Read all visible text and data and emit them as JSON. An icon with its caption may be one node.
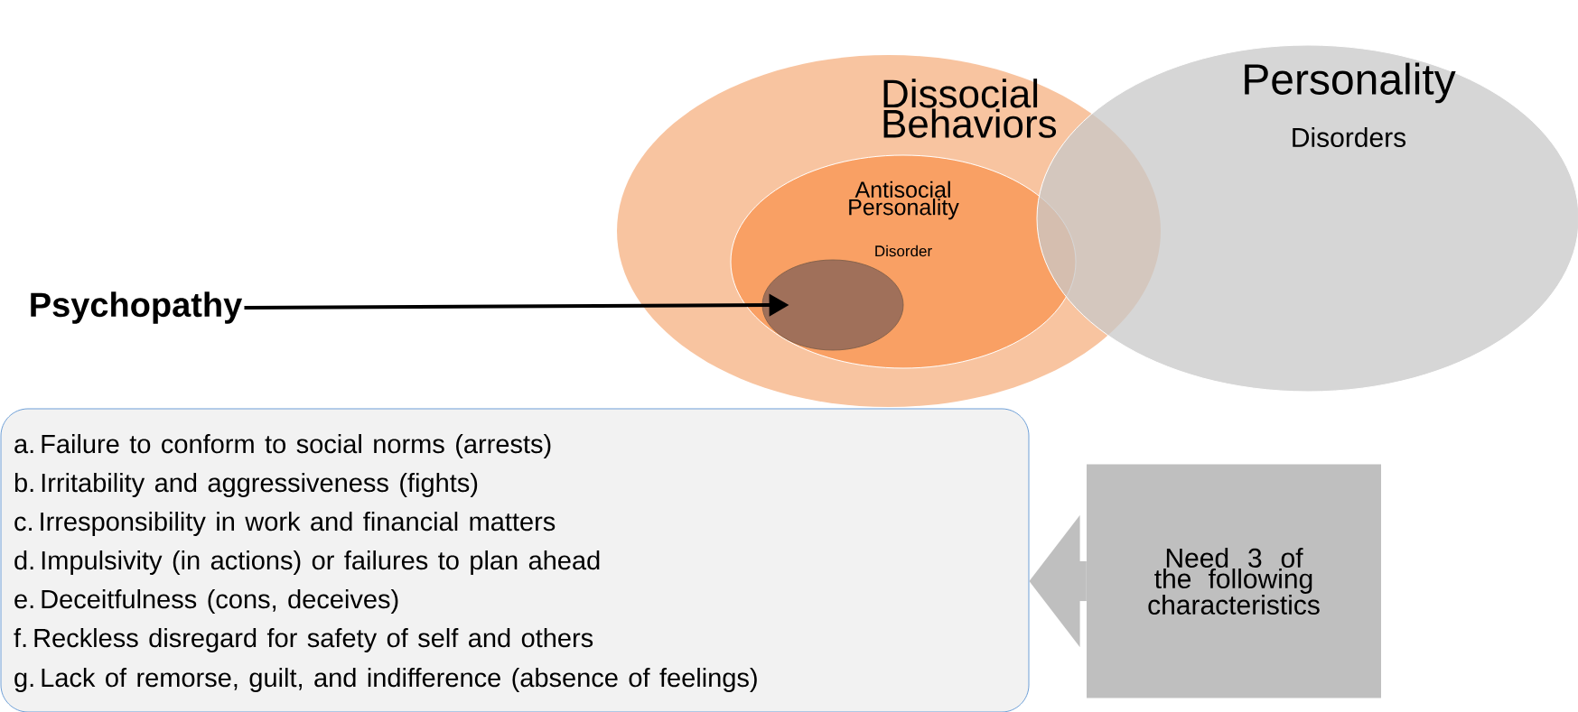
{
  "diagram": {
    "nodes": [
      {
        "text": [
          "Dissocial Behaviors"
        ]
      },
      {
        "text": [
          "Antisocial Personality",
          "Disorder"
        ],
        "in": 0
      },
      {
        "text": [],
        "shape": "circle",
        "in": 1
      },
      {
        "text": [
          "Personality",
          "Disorders"
        ]
      },
      {
        "text": [
          "Psychopathy"
        ]
      },
      {
        "text": [
          "a. Failure to conform to social norms (arrests)",
          "b. Irritability and aggressiveness (fights)",
          "c. Irresponsibility in work and financial matters",
          "d. Impulsivity (in actions) or failures to plan ahead",
          "e. Deceitfulness (cons, deceives)",
          "f. Reckless disregard for safety of self and others",
          "g. Lack of remorse, guilt, and indifference (absence of feelings)"
        ]
      },
      {
        "text": [
          "Need 3 of the following characteristics"
        ]
      }
    ],
    "edges": [
      {
        "from": 4,
        "to": 2,
        "arrow": "to"
      },
      {
        "from": 6,
        "to": 5,
        "arrow": "to",
        "style": "thick",
        "color": "#bfbfbf"
      }
    ]
  }
}
